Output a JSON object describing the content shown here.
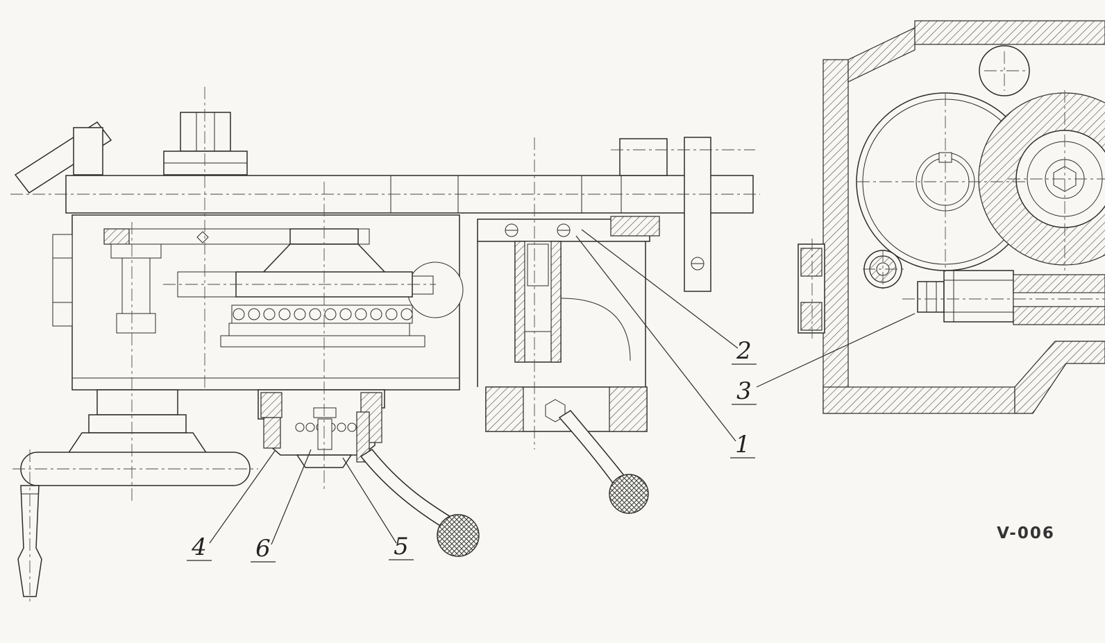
{
  "figure": {
    "code": "V-006",
    "callouts": {
      "c1": "1",
      "c2": "2",
      "c3": "3",
      "c4": "4",
      "c5": "5",
      "c6": "6"
    },
    "ink_color": "#2b2b2b",
    "paper_color": "#f8f7f3"
  }
}
